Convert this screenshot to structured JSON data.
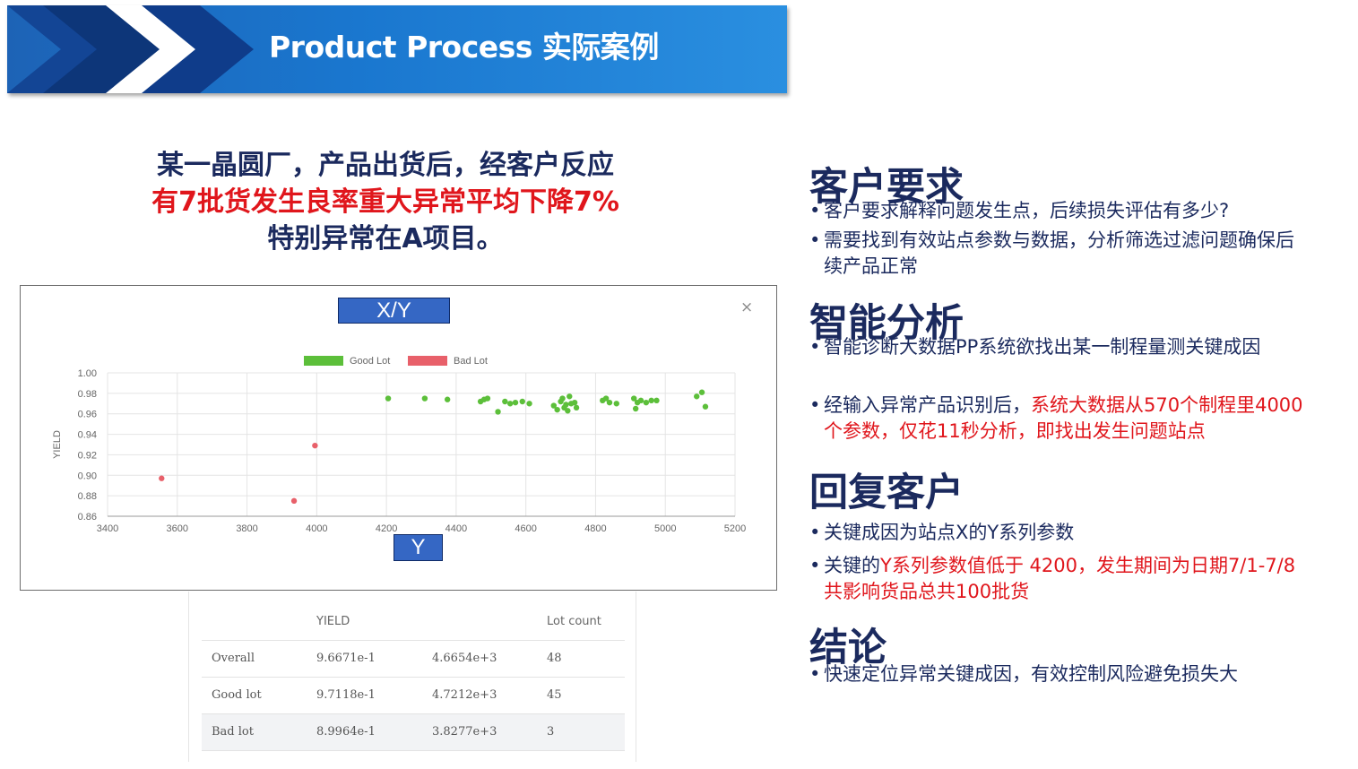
{
  "header": {
    "title": "Product Process 实际案例"
  },
  "intro": {
    "line1": "某一晶圆厂，产品出货后，经客户反应",
    "line2": "有7批货发生良率重大异常平均下降7%",
    "line3": "特别异常在A项目。"
  },
  "dialog": {
    "close_glyph": "×",
    "tag_xy": "X/Y",
    "tag_y": "Y"
  },
  "chart_data": {
    "type": "scatter",
    "ylabel": "YIELD",
    "xlim": [
      3400,
      5200
    ],
    "ylim": [
      0.86,
      1.0
    ],
    "x_ticks": [
      "3400",
      "3600",
      "3800",
      "4000",
      "4200",
      "4400",
      "4600",
      "4800",
      "5000",
      "5200"
    ],
    "y_ticks": [
      "0.86",
      "0.88",
      "0.90",
      "0.92",
      "0.94",
      "0.96",
      "0.98",
      "1.00"
    ],
    "legend_position": "top-center",
    "series": [
      {
        "name": "Good Lot",
        "color": "#5cbf3a",
        "points": [
          [
            4205,
            0.975
          ],
          [
            4310,
            0.975
          ],
          [
            4375,
            0.974
          ],
          [
            4470,
            0.972
          ],
          [
            4480,
            0.974
          ],
          [
            4490,
            0.975
          ],
          [
            4520,
            0.962
          ],
          [
            4540,
            0.972
          ],
          [
            4555,
            0.97
          ],
          [
            4570,
            0.971
          ],
          [
            4590,
            0.972
          ],
          [
            4610,
            0.97
          ],
          [
            4680,
            0.968
          ],
          [
            4690,
            0.964
          ],
          [
            4700,
            0.972
          ],
          [
            4705,
            0.975
          ],
          [
            4710,
            0.966
          ],
          [
            4715,
            0.969
          ],
          [
            4720,
            0.963
          ],
          [
            4725,
            0.977
          ],
          [
            4730,
            0.97
          ],
          [
            4740,
            0.971
          ],
          [
            4745,
            0.966
          ],
          [
            4820,
            0.973
          ],
          [
            4830,
            0.975
          ],
          [
            4840,
            0.971
          ],
          [
            4860,
            0.97
          ],
          [
            4910,
            0.975
          ],
          [
            4915,
            0.965
          ],
          [
            4920,
            0.971
          ],
          [
            4930,
            0.973
          ],
          [
            4945,
            0.971
          ],
          [
            4960,
            0.973
          ],
          [
            4975,
            0.973
          ],
          [
            5090,
            0.977
          ],
          [
            5105,
            0.981
          ],
          [
            5115,
            0.967
          ]
        ]
      },
      {
        "name": "Bad Lot",
        "color": "#e8606a",
        "points": [
          [
            3555,
            0.897
          ],
          [
            3935,
            0.875
          ],
          [
            3995,
            0.929
          ]
        ]
      }
    ]
  },
  "stats": {
    "headers": [
      "",
      "YIELD",
      "",
      "Lot count"
    ],
    "rows": [
      [
        "Overall",
        "9.6671e-1",
        "4.6654e+3",
        "48"
      ],
      [
        "Good lot",
        "9.7118e-1",
        "4.7212e+3",
        "45"
      ],
      [
        "Bad lot",
        "8.9964e-1",
        "3.8277e+3",
        "3"
      ]
    ]
  },
  "sections": [
    {
      "heading": "客户要求",
      "bullets": [
        {
          "parts": [
            {
              "text": "客户要求解释问题发生点，后续损失评估有多少?"
            }
          ]
        },
        {
          "parts": [
            {
              "text": "需要找到有效站点参数与数据，分析筛选过滤问题确保后"
            }
          ],
          "cont": [
            {
              "text": "续产品正常"
            }
          ]
        }
      ]
    },
    {
      "heading": "智能分析",
      "bullets": [
        {
          "parts": [
            {
              "text": "智能诊断大数据PP系统欲找出某一制程量测关键成因"
            }
          ]
        },
        {
          "parts": [
            {
              "text": "经输入异常产品识别后，"
            },
            {
              "text": "系统大数据从570个制程里4000",
              "red": true
            }
          ],
          "cont": [
            {
              "text": "个参数，仅花11秒分析，即找出发生问题站点",
              "red": true
            }
          ]
        }
      ]
    },
    {
      "heading": "回复客户",
      "bullets": [
        {
          "parts": [
            {
              "text": "关键成因为站点X的Y系列参数"
            }
          ]
        },
        {
          "parts": [
            {
              "text": "关键的"
            },
            {
              "text": "Y系列参数值低于 4200，发生期间为日期7/1-7/8",
              "red": true
            }
          ],
          "cont": [
            {
              "text": "共影响货品总共100批货",
              "red": true
            }
          ]
        }
      ]
    },
    {
      "heading": "结论",
      "bullets": [
        {
          "parts": [
            {
              "text": "快速定位异常关键成因，有效控制风险避免损失大"
            }
          ]
        }
      ]
    }
  ]
}
